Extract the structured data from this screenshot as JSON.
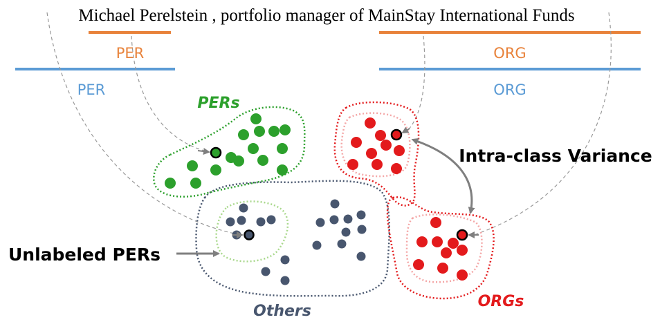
{
  "sentence": "Michael Perelstein , portfolio manager of MainStay International Funds",
  "spans": {
    "per_pred": "PER",
    "per_gold": "PER",
    "org_pred": "ORG",
    "org_gold": "ORG"
  },
  "clusters": {
    "pers": "PERs",
    "orgs": "ORGs",
    "others": "Others"
  },
  "annotations": {
    "intra_class": "Intra-class Variance",
    "unlabeled": "Unlabeled PERs"
  },
  "colors": {
    "orange": "#E8823A",
    "blue": "#5B9BD5",
    "green": "#2CA02C",
    "light_green": "#A9D88C",
    "red": "#E31A1C",
    "pink": "#F4A6A6",
    "slate": "#48566E",
    "arrow": "#7F7F7F",
    "dash": "#999999"
  }
}
